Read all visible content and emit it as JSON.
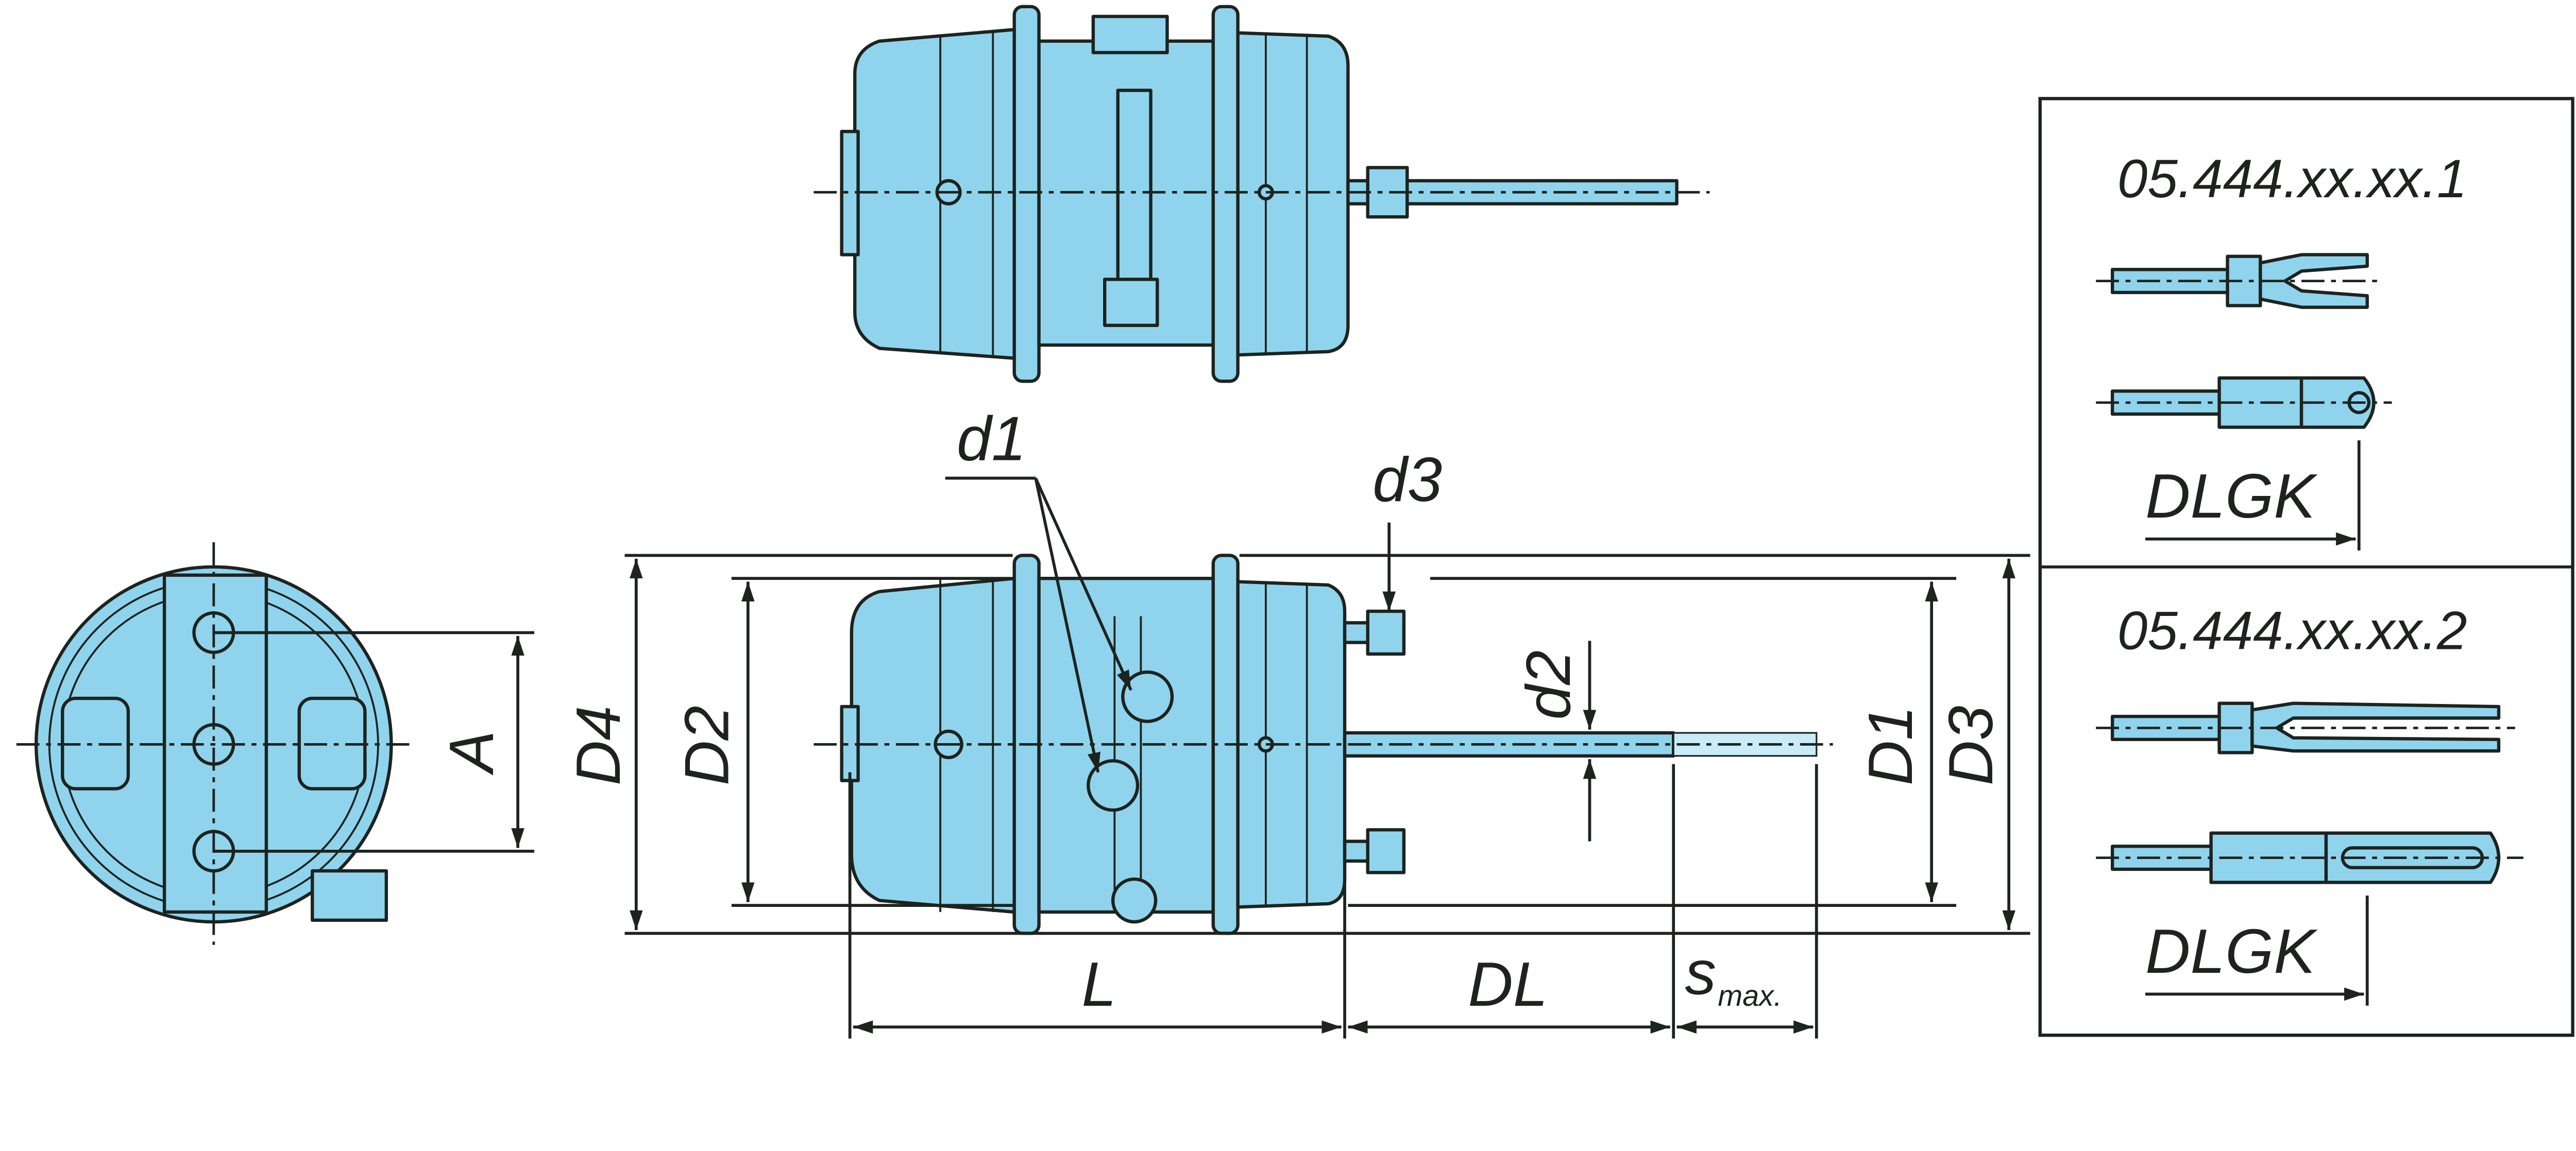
{
  "colors": {
    "body": "#8fd4ec",
    "line": "#1d231f"
  },
  "labels": {
    "d1": "d1",
    "d3": "d3",
    "d2": "d2",
    "A": "A",
    "D4": "D4",
    "D2": "D2",
    "D1": "D1",
    "D3": "D3",
    "L": "L",
    "DL": "DL",
    "s": "s",
    "s_sub": "max."
  },
  "variants": [
    {
      "code": "05.444.xx.xx.1",
      "dim": "DLGK"
    },
    {
      "code": "05.444.xx.xx.2",
      "dim": "DLGK"
    }
  ]
}
